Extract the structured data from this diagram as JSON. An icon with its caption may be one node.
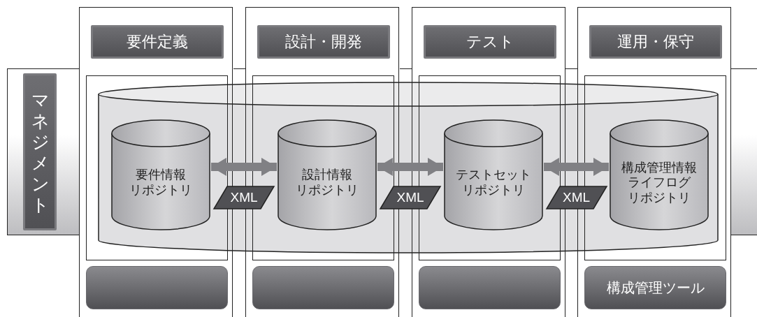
{
  "diagram": {
    "nodes": [
      {
        "text": [
          "マネジメント"
        ]
      },
      {
        "text": [],
        "shape": "box"
      },
      {
        "text": [
          "要件定義"
        ],
        "in": 1
      },
      {
        "text": [],
        "shape": "box",
        "in": 1
      },
      {
        "text": [
          "要件情報リポジトリ"
        ],
        "in": 3
      },
      {
        "text": [],
        "shape": "box",
        "in": 1
      },
      {
        "text": [],
        "shape": "box"
      },
      {
        "text": [
          "設計・開発"
        ],
        "in": 6
      },
      {
        "text": [],
        "shape": "box",
        "in": 6
      },
      {
        "text": [
          "設計情報リポジトリ"
        ],
        "in": 8
      },
      {
        "text": [],
        "shape": "box",
        "in": 6
      },
      {
        "text": [],
        "shape": "box"
      },
      {
        "text": [
          "テスト"
        ],
        "in": 11
      },
      {
        "text": [],
        "shape": "box",
        "in": 11
      },
      {
        "text": [
          "テストセットリポジトリ"
        ],
        "in": 13
      },
      {
        "text": [],
        "shape": "box",
        "in": 11
      },
      {
        "text": [],
        "shape": "box"
      },
      {
        "text": [
          "運用・保守"
        ],
        "in": 16
      },
      {
        "text": [],
        "shape": "box",
        "in": 16
      },
      {
        "text": [
          "構成管理情報ライフログリポジトリ"
        ],
        "in": 18
      },
      {
        "text": [
          "構成管理ツール"
        ],
        "in": 16
      }
    ],
    "edges": [
      {
        "from": 4,
        "to": 9,
        "arrow": "both",
        "label": "XML"
      },
      {
        "from": 9,
        "to": 14,
        "arrow": "both",
        "label": "XML"
      },
      {
        "from": 14,
        "to": 19,
        "arrow": "both",
        "label": "XML"
      }
    ]
  }
}
